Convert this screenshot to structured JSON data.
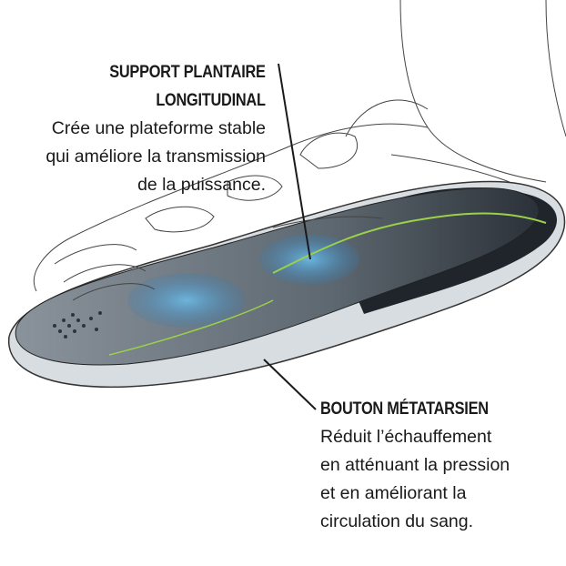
{
  "callouts": {
    "support": {
      "title_lines": [
        "SUPPORT PLANTAIRE",
        "LONGITUDINAL"
      ],
      "body_lines": [
        "Crée une plateforme stable",
        "qui améliore la transmission",
        "de la puissance."
      ]
    },
    "bouton": {
      "title_lines": [
        "BOUTON MÉTATARSIEN"
      ],
      "body_lines": [
        "Réduit l’échauffement",
        "en atténuant la pression",
        "et en améliorant la",
        "circulation du sang."
      ]
    }
  },
  "colors": {
    "insole_dark": "#2b3138",
    "insole_gray": "#6f7880",
    "accent_blue": "#3a9ad9",
    "accent_green": "#9bd14a"
  }
}
